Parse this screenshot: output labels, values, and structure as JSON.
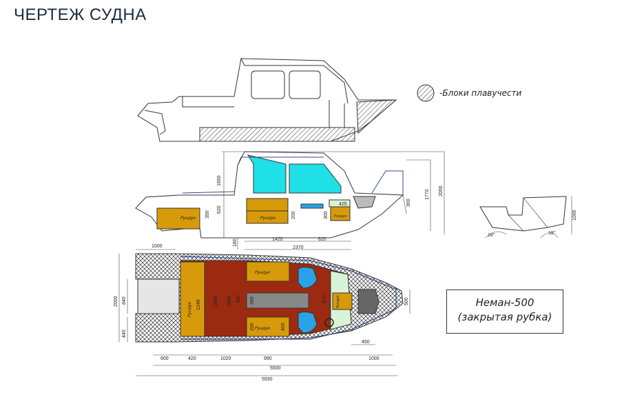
{
  "page": {
    "title": "ЧЕРТЕЖ СУДНА"
  },
  "legend": {
    "text": "-Блоки плавучести"
  },
  "model_box": {
    "line1": "Неман-500",
    "line2": "(закрытая рубка)"
  },
  "labels": {
    "locker": "Рундук"
  },
  "colors": {
    "cabin": "#ffffff",
    "glass": "#1fe0e6",
    "seat": "#d79a0a",
    "deck": "#9c2a10",
    "gray": "#888888",
    "seat_blue": "#2aa3e6",
    "bow": "#d9f3d6",
    "outline": "#2f4a8a"
  },
  "side_dims": {
    "h1650": "1650",
    "h620": "620",
    "h350": "350",
    "h200": "200",
    "h300a": "300",
    "h425": "425",
    "h300b": "300",
    "h1770": "1770",
    "h2000": "2000",
    "h180": "180",
    "l1420": "1420",
    "l620": "620",
    "l2370": "2370"
  },
  "section_dims": {
    "h1000": "1000",
    "a16": "16°",
    "a18": "18°"
  },
  "plan_dims": {
    "top1000": "1000",
    "w2000": "2000",
    "w840": "840",
    "w440": "440",
    "i1240": "1240",
    "i1660": "1660",
    "i1850": "1850",
    "i490": "490",
    "i390": "390",
    "i200": "200",
    "i400": "400",
    "i470": "470",
    "i500": "500",
    "b600": "600",
    "b420": "420",
    "b1020": "1020",
    "b990": "990",
    "b450": "450",
    "b1000": "1000",
    "b5500": "5500",
    "b5930": "5930"
  }
}
